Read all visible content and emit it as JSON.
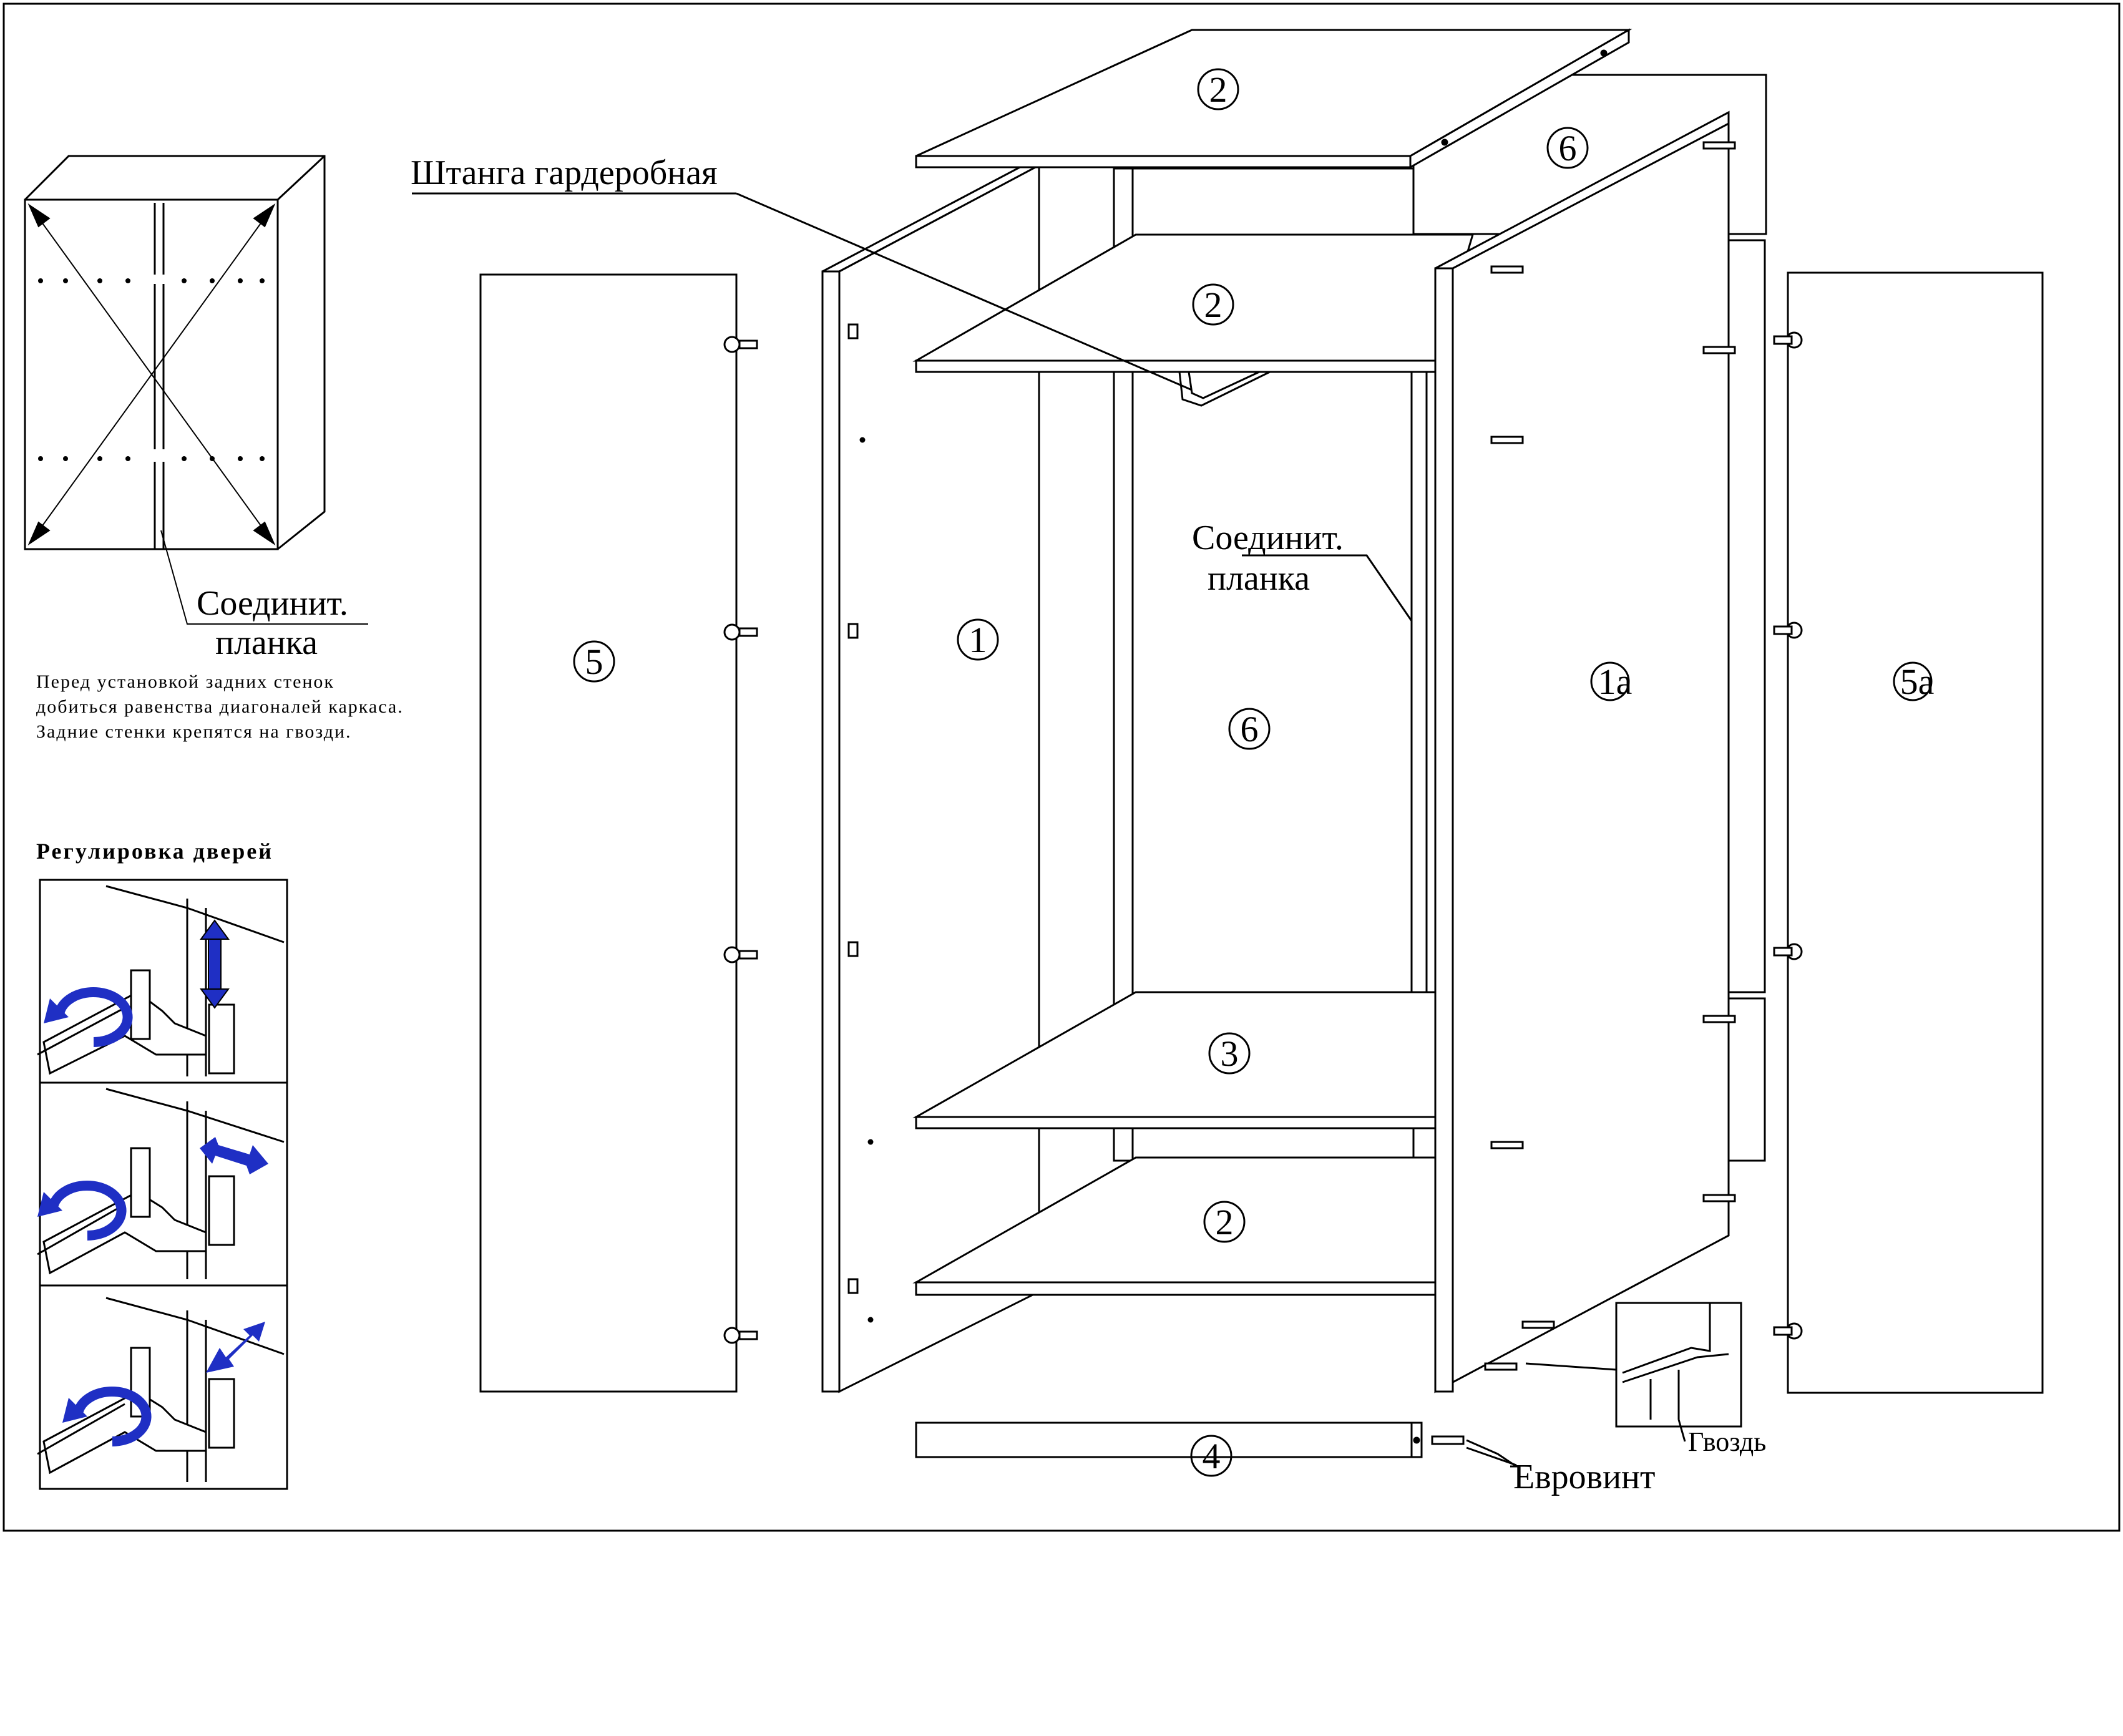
{
  "labels": {
    "rod": "Штанга гардеробная",
    "connector_left_1": "Соединит.",
    "connector_left_2": "планка",
    "connector_mid_1": "Соединит.",
    "connector_mid_2": "планка",
    "eurobolt": "Евровинт",
    "nail": "Гвоздь"
  },
  "note": {
    "line1": "Перед установкой задних стенок",
    "line2": "добиться равенства диагоналей каркаса.",
    "line3": "Задние стенки крепятся на гвозди."
  },
  "door_adjustment": {
    "title": "Регулировка дверей"
  },
  "parts": {
    "top": "2",
    "shelf_upper": "2",
    "shelf_middle": "3",
    "bottom": "2",
    "plinth": "4",
    "side_left": "1",
    "side_right": "1а",
    "back": "6",
    "back_upper": "6",
    "door_left": "5",
    "door_right": "5а"
  },
  "colors": {
    "line": "#000000",
    "arrow": "#1f2fc4",
    "background": "#ffffff"
  }
}
